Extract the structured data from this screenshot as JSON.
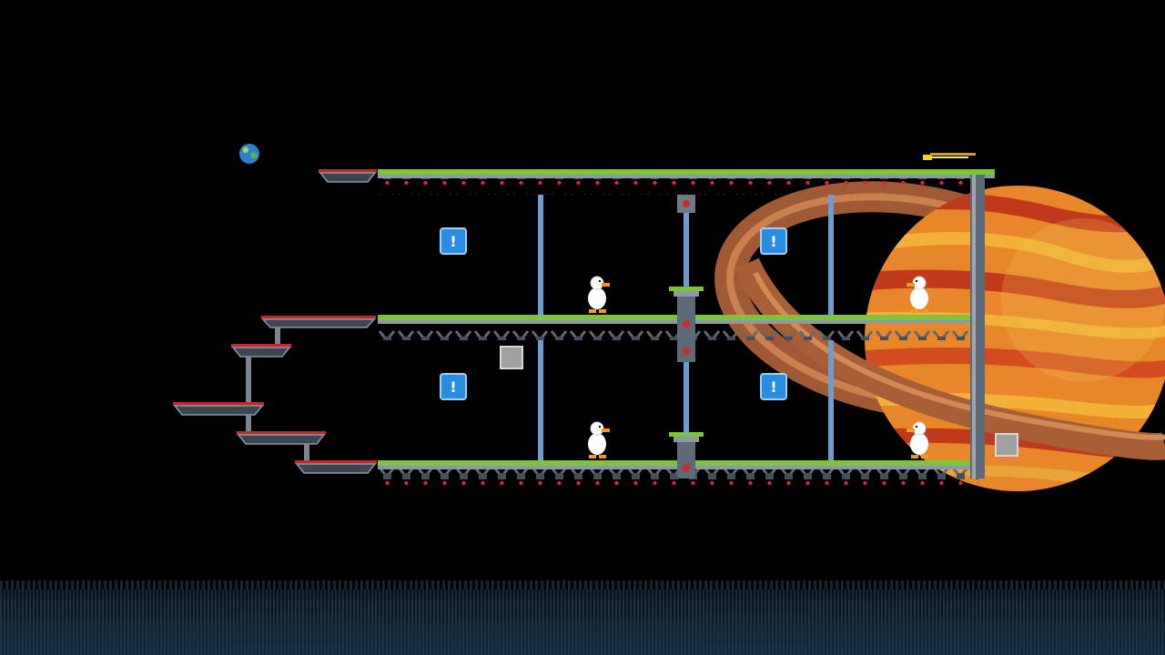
{
  "scene": {
    "background": "#000000",
    "planet_colors": {
      "base": "#e8862a",
      "band_dark": "#c0391c",
      "band_light": "#f2b23a",
      "ring": "#a85f38",
      "ring_light": "#d48a56"
    },
    "platform_colors": {
      "metal": "#8c98a6",
      "metal_dark": "#3c4650",
      "grass": "#7cc43a",
      "light_red": "#d02a2a",
      "pole": "#6f9cd0"
    }
  },
  "item_boxes": [
    {
      "symbol": "!"
    },
    {
      "symbol": "!"
    },
    {
      "symbol": "!"
    },
    {
      "symbol": "!"
    }
  ],
  "ducks": [
    {
      "color": "white"
    },
    {
      "color": "white"
    },
    {
      "color": "white"
    },
    {
      "color": "white"
    }
  ],
  "pickups": [
    {
      "icon": "earth-icon"
    },
    {
      "icon": "yellow-gun-icon"
    }
  ]
}
